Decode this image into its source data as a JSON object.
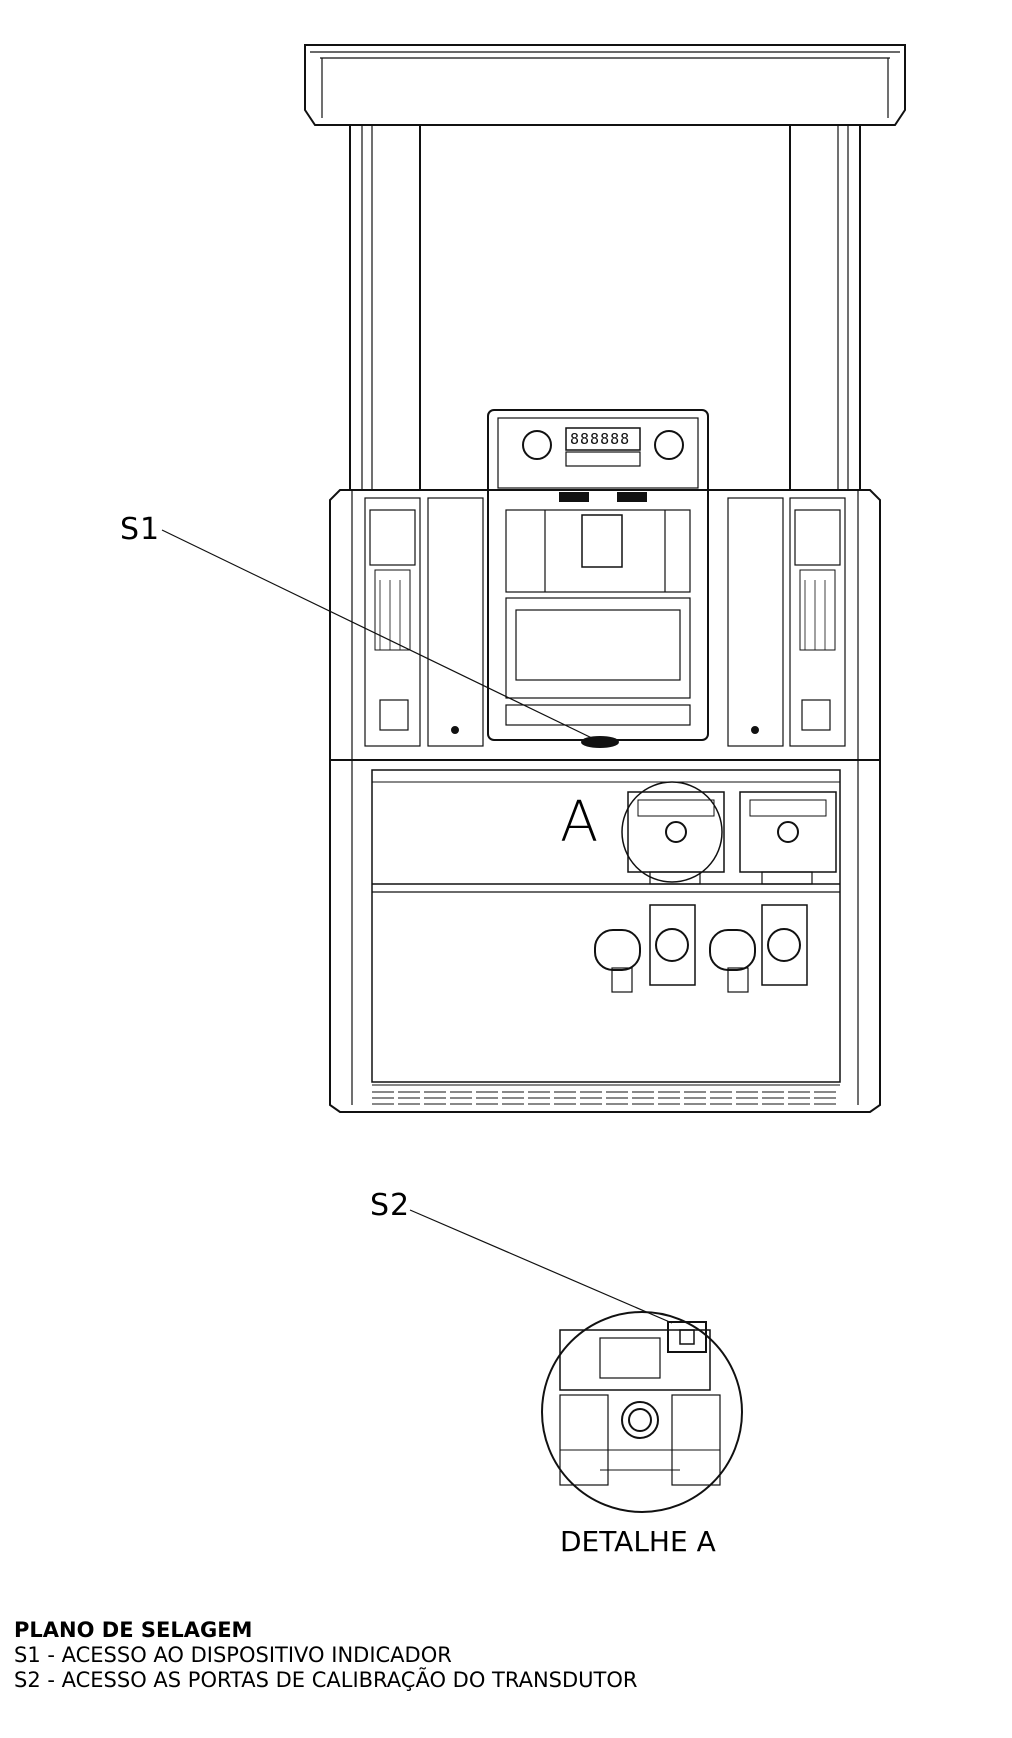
{
  "labels": {
    "s1": "S1",
    "s2": "S2",
    "a": "A"
  },
  "detail_caption": "DETALHE A",
  "legend": {
    "title": "PLANO DE SELAGEM",
    "items": [
      "S1 - ACESSO AO DISPOSITIVO INDICADOR",
      "S2 - ACESSO AS PORTAS DE CALIBRAÇÃO DO TRANSDUTOR"
    ]
  },
  "display_digits": "888888"
}
